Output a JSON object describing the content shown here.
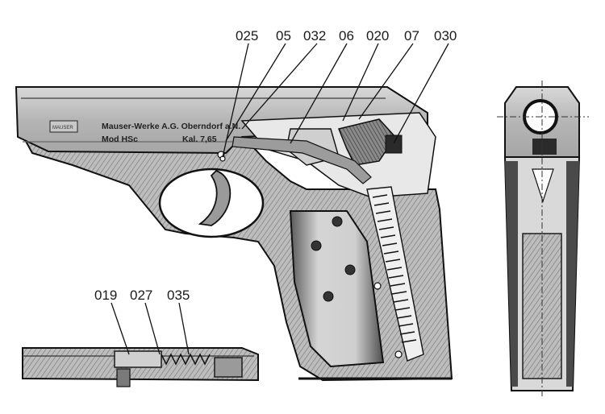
{
  "callouts_main": [
    {
      "label": "025"
    },
    {
      "label": "05"
    },
    {
      "label": "032"
    },
    {
      "label": "06"
    },
    {
      "label": "020"
    },
    {
      "label": "07"
    },
    {
      "label": "030"
    }
  ],
  "callouts_detail": [
    {
      "label": "019"
    },
    {
      "label": "027"
    },
    {
      "label": "035"
    }
  ],
  "slide_markings": {
    "logo": "MAUSER",
    "line1": "Mauser-Werke A.G. Oberndorf a.N.",
    "line2_left": "Mod HSc",
    "line2_right": "Kal. 7,65"
  }
}
